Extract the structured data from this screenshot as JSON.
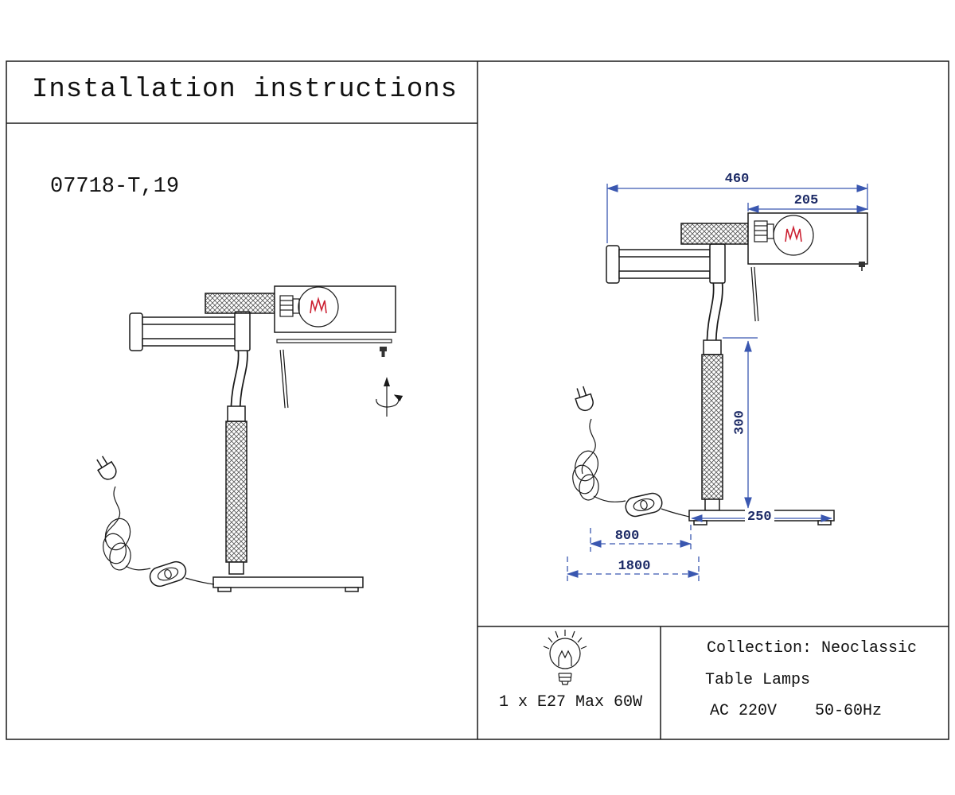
{
  "header": {
    "title": "Installation instructions",
    "model": "07718-T,19"
  },
  "dimensions": {
    "overall_width_mm": "460",
    "shade_length_mm": "205",
    "pole_height_mm": "300",
    "base_width_mm": "250",
    "cord_switch_distance_mm": "800",
    "cord_length_mm": "1800"
  },
  "specs": {
    "lamp_spec": "1 x E27 Max 60W",
    "collection_line": "Collection: Neoclassic",
    "category_line": "Table Lamps",
    "power_line": "AC 220V    50-60Hz"
  },
  "colors": {
    "line_art": "#1a1a1a",
    "dimension_line": "#3a57b0",
    "dimension_text": "#1c2a66",
    "filament_red": "#cc2233"
  }
}
